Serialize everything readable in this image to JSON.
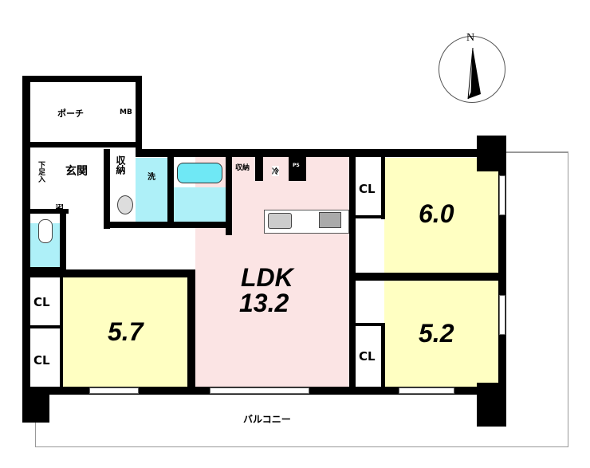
{
  "compass": {
    "label": "N"
  },
  "rooms": {
    "porch": "ポーチ",
    "mb": "MB",
    "entrance": "玄関",
    "shoe_storage": "下足入",
    "storage_entrance": "収納",
    "washer": "洗",
    "storage_kitchen": "収納",
    "fridge": "冷",
    "ps1": "PS",
    "ps2": "PS",
    "ldk_label": "LDK",
    "ldk_size": "13.2",
    "room_a_size": "6.0",
    "room_b_size": "5.2",
    "room_c_size": "5.7",
    "cl": "CL",
    "balcony": "バルコニー"
  },
  "colors": {
    "ldk": "#fbe4e4",
    "bedroom": "#ffffc2",
    "wet": "#aef0f8",
    "wall": "#000000"
  }
}
